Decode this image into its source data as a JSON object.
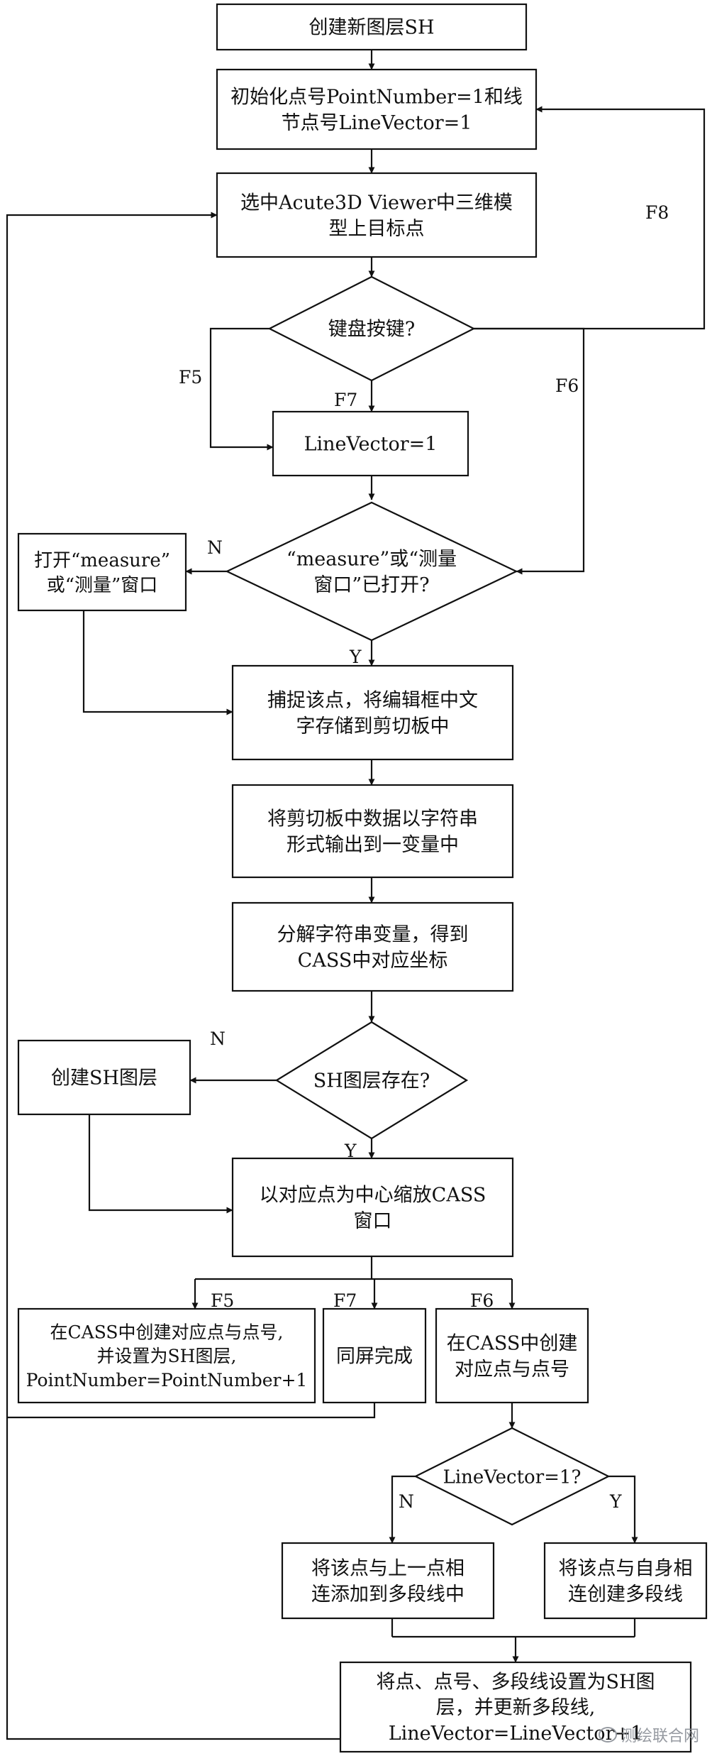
{
  "nodes": {
    "create_layer": [
      "创建新图层SH"
    ],
    "init": [
      "初始化点号PointNumber=1和线",
      "节点号LineVector=1"
    ],
    "select_point": [
      "选中Acute3D Viewer中三维模",
      "型上目标点"
    ],
    "key_decision": [
      "键盘按键?"
    ],
    "set_linevector": [
      "LineVector=1"
    ],
    "measure_open": [
      "“measure”或“测量",
      "窗口”已打开?"
    ],
    "open_measure": [
      "打开“measure”",
      "或“测量”窗口"
    ],
    "capture": [
      "捕捉该点，将编辑框中文",
      "字存储到剪切板中"
    ],
    "output_var": [
      "将剪切板中数据以字符串",
      "形式输出到一变量中"
    ],
    "parse": [
      "分解字符串变量，得到",
      "CASS中对应坐标"
    ],
    "layer_exists": [
      "SH图层存在?"
    ],
    "create_sh": [
      "创建SH图层"
    ],
    "zoom": [
      "以对应点为中心缩放CASS",
      "窗口"
    ],
    "create_point_layer": [
      "在CASS中创建对应点与点号,",
      "并设置为SH图层,",
      "PointNumber=PointNumber+1"
    ],
    "sync_done": [
      "同屏完成"
    ],
    "create_point": [
      "在CASS中创建",
      "对应点与点号"
    ],
    "lv_decision": [
      "LineVector=1?"
    ],
    "add_to_polyline": [
      "将该点与上一点相",
      "连添加到多段线中"
    ],
    "self_polyline": [
      "将该点与自身相",
      "连创建多段线"
    ],
    "final": [
      "将点、点号、多段线设置为SH图",
      "层，并更新多段线,",
      "LineVector=LineVector+1"
    ]
  },
  "edge_labels": {
    "f8": "F8",
    "f5_left": "F5",
    "f7_mid": "F7",
    "f6_right": "F6",
    "n_measure": "N",
    "y_measure": "Y",
    "n_layer": "N",
    "y_layer": "Y",
    "f5_branch": "F5",
    "f7_branch": "F7",
    "f6_branch": "F6",
    "n_lv": "N",
    "y_lv": "Y"
  },
  "watermark": "测绘联合网"
}
